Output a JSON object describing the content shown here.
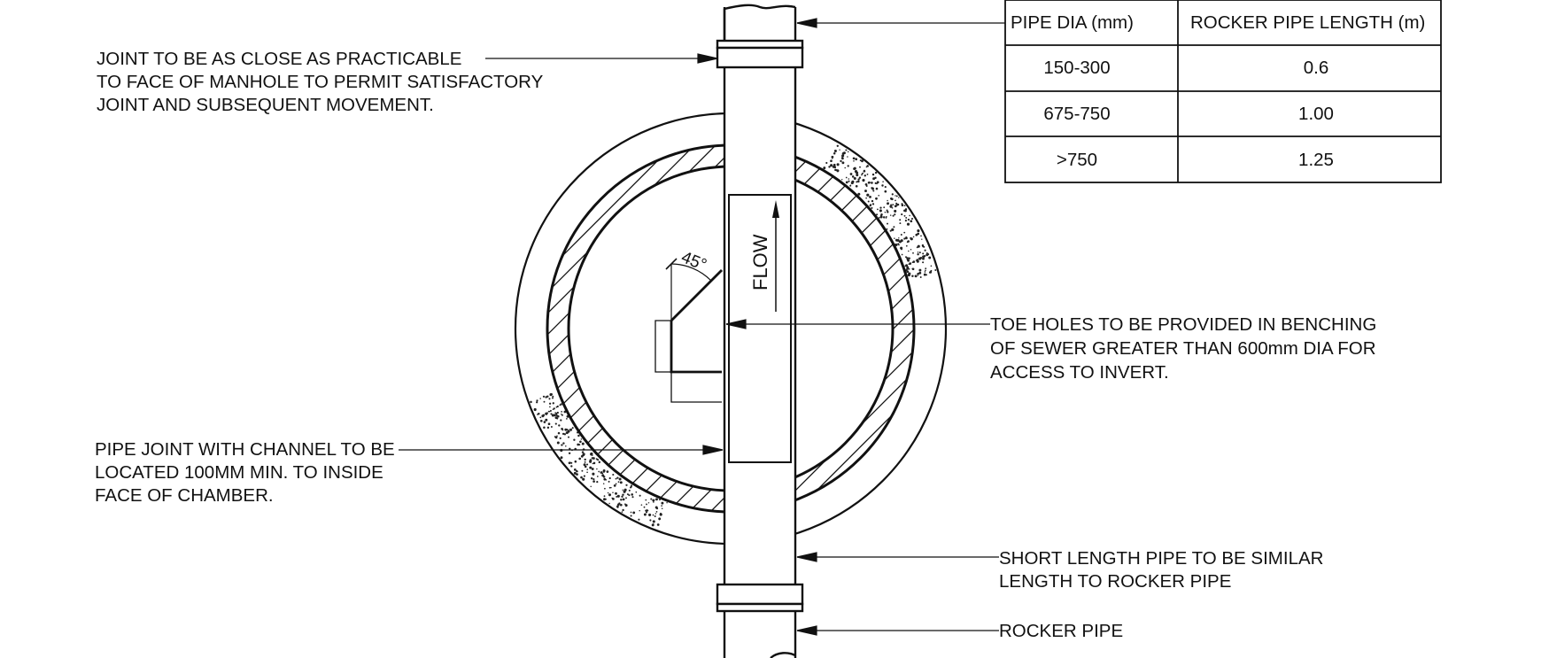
{
  "table": {
    "headers": [
      "PIPE DIA (mm)",
      "ROCKER PIPE LENGTH (m)"
    ],
    "rows": [
      [
        "150-300",
        "0.6"
      ],
      [
        "675-750",
        "1.00"
      ],
      [
        ">750",
        "1.25"
      ]
    ]
  },
  "notes": {
    "joint_close": [
      "JOINT TO BE AS CLOSE AS PRACTICABLE",
      "TO FACE OF MANHOLE TO PERMIT SATISFACTORY",
      "JOINT AND SUBSEQUENT MOVEMENT."
    ],
    "pipe_joint_channel": [
      "PIPE JOINT WITH CHANNEL TO BE",
      "LOCATED 100MM MIN. TO INSIDE",
      "FACE OF CHAMBER."
    ],
    "toe_holes": [
      "TOE HOLES TO BE PROVIDED IN BENCHING",
      "OF SEWER GREATER THAN 600mm DIA FOR",
      "ACCESS TO INVERT."
    ],
    "short_length": [
      "SHORT LENGTH PIPE TO BE SIMILAR",
      "LENGTH TO ROCKER PIPE"
    ],
    "rocker_pipe": "ROCKER PIPE"
  },
  "flow_label": "FLOW",
  "angle_label": "45°"
}
